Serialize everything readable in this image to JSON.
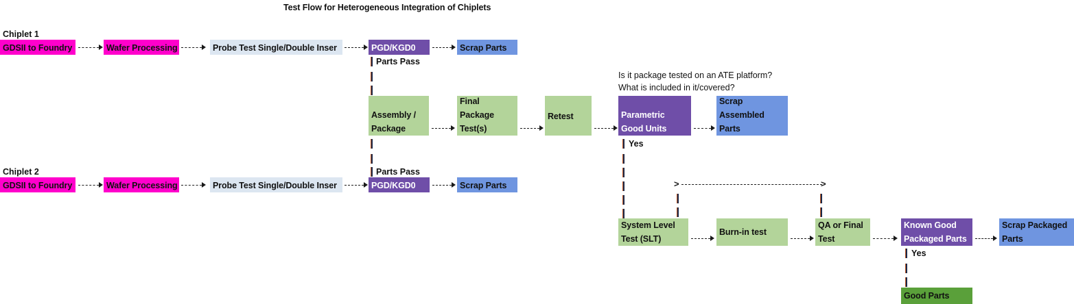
{
  "title": "Test Flow for Heterogeneous Integration of Chiplets",
  "colors": {
    "magenta": "#ff00cc",
    "light_blue": "#dce6f1",
    "purple": "#6f4ea8",
    "blue": "#6f95e0",
    "green": "#b3d49a",
    "dark_green": "#5aa03a",
    "text_dark": "#111111",
    "text_light": "#ffffff",
    "connector": "#1c2a4a"
  },
  "lanes": [
    {
      "label": "Chiplet 1"
    },
    {
      "label": "Chiplet 2"
    }
  ],
  "notes": [
    {
      "text": "Is it package tested on an ATE platform?"
    },
    {
      "text": "What is included in it/covered?"
    }
  ],
  "edge_labels": {
    "parts_pass": "Parts Pass",
    "yes": "Yes"
  },
  "nodes": {
    "gdsii_1": {
      "label": "GDSII to Foundry",
      "fill": "magenta",
      "text": "dark"
    },
    "wafer_1": {
      "label": "Wafer Processing",
      "fill": "magenta",
      "text": "dark"
    },
    "probe_1": {
      "label": "Probe Test Single/Double Inser",
      "fill": "light_blue",
      "text": "dark"
    },
    "pgd_1": {
      "label": "PGD/KGD0",
      "fill": "purple",
      "text": "light"
    },
    "scrap_1": {
      "label": "Scrap Parts",
      "fill": "blue",
      "text": "dark"
    },
    "gdsii_2": {
      "label": "GDSII to Foundry",
      "fill": "magenta",
      "text": "dark"
    },
    "wafer_2": {
      "label": "Wafer Processing",
      "fill": "magenta",
      "text": "dark"
    },
    "probe_2": {
      "label": "Probe Test Single/Double Inser",
      "fill": "light_blue",
      "text": "dark"
    },
    "pgd_2": {
      "label": "PGD/KGD0",
      "fill": "purple",
      "text": "light"
    },
    "scrap_2": {
      "label": "Scrap Parts",
      "fill": "blue",
      "text": "dark"
    },
    "assembly": {
      "line1": "Assembly /",
      "line2": "Package",
      "fill": "green",
      "text": "dark"
    },
    "final_pkg": {
      "line1": "Final",
      "line2": "Package",
      "line3": "Test(s)",
      "fill": "green",
      "text": "dark"
    },
    "retest": {
      "label": "Retest",
      "fill": "green",
      "text": "dark"
    },
    "parametric": {
      "line1": "Parametric",
      "line2": "Good Units",
      "fill": "purple",
      "text": "light"
    },
    "scrap_assembled": {
      "line1": "Scrap",
      "line2": "Assembled",
      "line3": "Parts",
      "fill": "blue",
      "text": "dark"
    },
    "slt": {
      "line1": "System Level",
      "line2": "Test (SLT)",
      "fill": "green",
      "text": "dark"
    },
    "burnin": {
      "label": "Burn-in test",
      "fill": "green",
      "text": "dark"
    },
    "qa_final": {
      "line1": "QA or Final",
      "line2": "Test",
      "fill": "green",
      "text": "dark"
    },
    "kgpp": {
      "line1": "Known Good",
      "line2": "Packaged Parts",
      "fill": "purple",
      "text": "light"
    },
    "scrap_packaged": {
      "line1": "Scrap Packaged",
      "line2": "Parts",
      "fill": "blue",
      "text": "dark"
    },
    "good_parts": {
      "label": "Good Parts",
      "fill": "dark_green",
      "text": "dark"
    }
  }
}
